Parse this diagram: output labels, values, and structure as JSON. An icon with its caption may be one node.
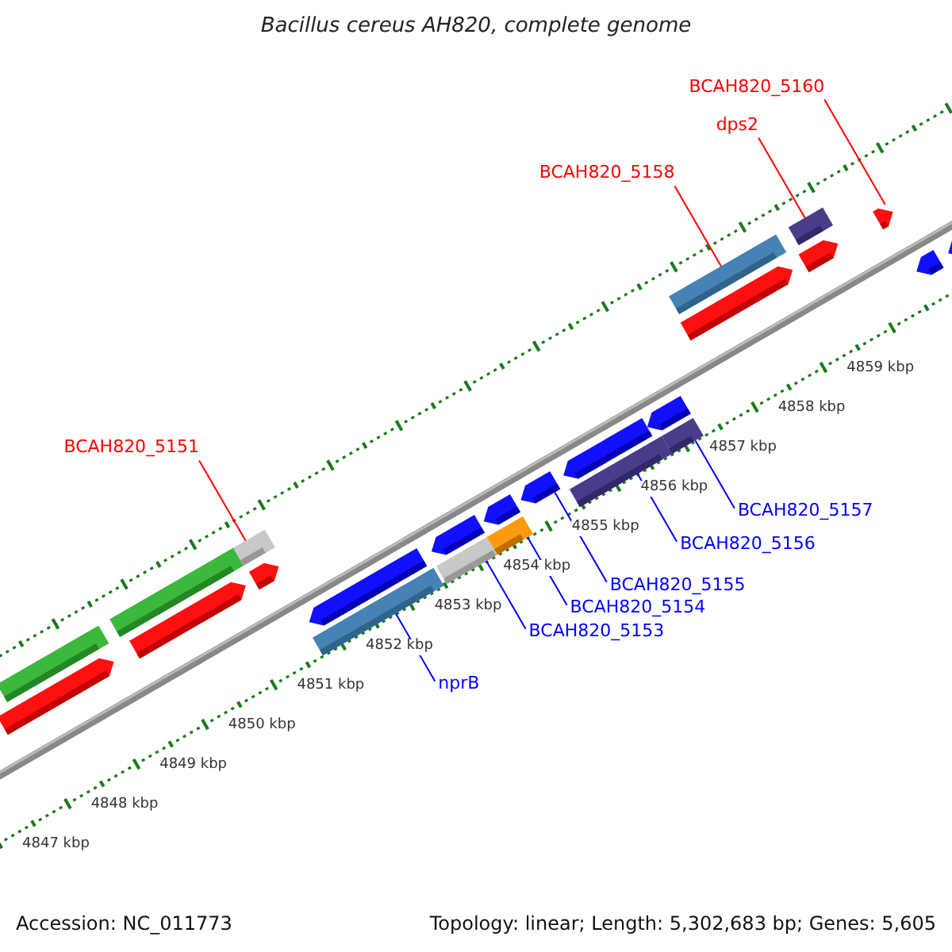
{
  "diagram": {
    "title": "Bacillus cereus AH820, complete genome",
    "nodes": [
      {
        "text": [
          "BCAH820_5160"
        ]
      },
      {
        "text": [
          "dps2"
        ]
      },
      {
        "text": [
          "BCAH820_5158"
        ]
      },
      {
        "text": [
          "BCAH820_5151"
        ]
      },
      {
        "text": [
          "BCAH820_5157"
        ]
      },
      {
        "text": [
          "BCAH820_5156"
        ]
      },
      {
        "text": [
          "BCAH820_5155"
        ]
      },
      {
        "text": [
          "BCAH820_5154"
        ]
      },
      {
        "text": [
          "BCAH820_5153"
        ]
      },
      {
        "text": [
          "nprB"
        ]
      },
      {
        "text": [],
        "shape": "bar"
      },
      {
        "text": [],
        "shape": "bar"
      },
      {
        "text": [],
        "shape": "bar"
      },
      {
        "text": [],
        "shape": "bar"
      },
      {
        "text": [],
        "shape": "bar"
      },
      {
        "text": [],
        "shape": "bar"
      },
      {
        "text": [],
        "shape": "bar"
      },
      {
        "text": [],
        "shape": "bar"
      },
      {
        "text": [],
        "shape": "bar"
      },
      {
        "text": [],
        "shape": "bar"
      },
      {
        "text": [],
        "shape": "bar"
      },
      {
        "text": [],
        "shape": "bar"
      },
      {
        "text": [],
        "shape": "bar"
      },
      {
        "text": [],
        "shape": "bar"
      },
      {
        "text": [],
        "shape": "bar"
      },
      {
        "text": [],
        "shape": "bar"
      },
      {
        "text": [],
        "shape": "bar"
      },
      {
        "text": [],
        "shape": "bar"
      },
      {
        "text": [],
        "shape": "bar"
      },
      {
        "text": [],
        "shape": "bar"
      },
      {
        "text": [],
        "shape": "bar"
      },
      {
        "text": [],
        "shape": "bar"
      },
      {
        "text": [],
        "shape": "bar"
      },
      {
        "text": [],
        "shape": "bar"
      }
    ],
    "edges": [
      {
        "from": 0,
        "to": 31,
        "arrow": "none",
        "color": "#ff0000"
      },
      {
        "from": 1,
        "to": 30,
        "arrow": "none",
        "color": "#ff0000"
      },
      {
        "from": 2,
        "to": 28,
        "arrow": "none",
        "color": "#ff0000"
      },
      {
        "from": 3,
        "to": 14,
        "arrow": "none",
        "color": "#ff0000"
      },
      {
        "from": 4,
        "to": 26,
        "arrow": "none"
      },
      {
        "from": 5,
        "to": 23,
        "arrow": "none"
      },
      {
        "from": 6,
        "to": 22,
        "arrow": "none"
      },
      {
        "from": 7,
        "to": 20,
        "arrow": "none"
      },
      {
        "from": 8,
        "to": 18,
        "arrow": "none"
      },
      {
        "from": 9,
        "to": 16,
        "arrow": "none"
      }
    ],
    "labels": [
      "4859 kbp",
      "4858 kbp",
      "4857 kbp",
      "4856 kbp",
      "4855 kbp",
      "4854 kbp",
      "4853 kbp",
      "4852 kbp",
      "4851 kbp",
      "4850 kbp",
      "4849 kbp",
      "4848 kbp",
      "4847 kbp",
      "Accession: NC_011773",
      "Topology: linear; Length: 5,302,683 bp; Genes: 5,605"
    ]
  }
}
